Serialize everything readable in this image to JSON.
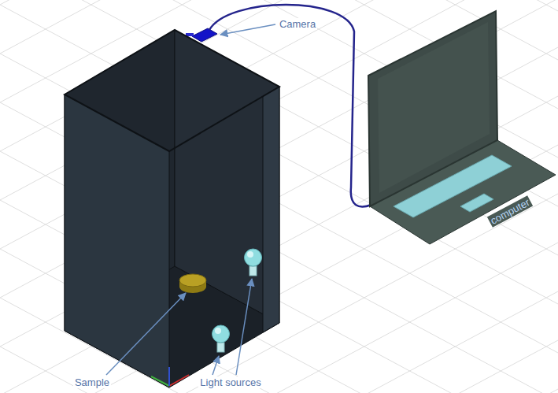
{
  "diagram": {
    "labels": [
      "Camera",
      "Sample",
      "Light sources",
      "computer"
    ]
  }
}
